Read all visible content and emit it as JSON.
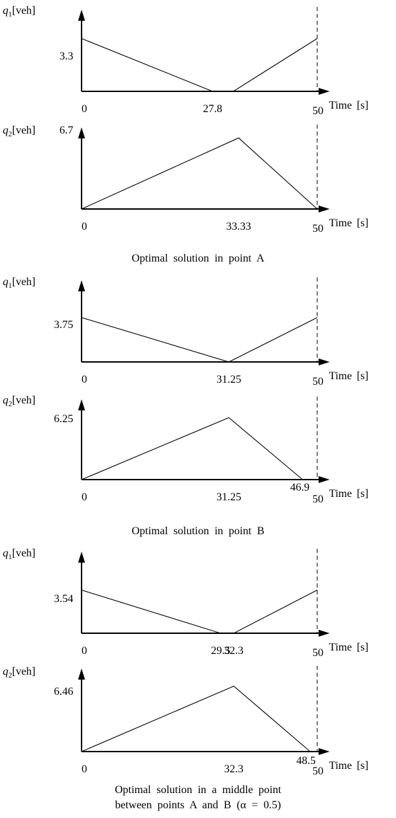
{
  "time_axis_label": "Time  [s]",
  "captions": [
    "Optimal  solution  in  point  A",
    "Optimal  solution  in  point  B",
    "Optimal  solution  in a  middle point",
    "between  points  A  and  B  (α = 0.5)"
  ],
  "chart_data": [
    {
      "type": "line",
      "ylabel_var": "q",
      "ylabel_sub": "1",
      "ylabel_unit": "[veh]",
      "xlabel": "Time  [s]",
      "x_ticks": [
        "0",
        "27.8",
        "50"
      ],
      "y_ticks": [
        "3.3"
      ],
      "xlim": [
        0,
        50
      ],
      "ylim": [
        0,
        5.1
      ],
      "series": [
        {
          "x": [
            0,
            27.8,
            32.2,
            50
          ],
          "y": [
            3.3,
            0,
            0,
            3.3
          ]
        }
      ]
    },
    {
      "type": "line",
      "ylabel_var": "q",
      "ylabel_sub": "2",
      "ylabel_unit": "[veh]",
      "xlabel": "Time  [s]",
      "x_ticks": [
        "0",
        "33.33",
        "50"
      ],
      "y_ticks": [
        "6.7"
      ],
      "xlim": [
        0,
        50
      ],
      "ylim": [
        0,
        7.7
      ],
      "series": [
        {
          "x": [
            0,
            33.33,
            50
          ],
          "y": [
            0,
            6.7,
            0
          ]
        }
      ]
    },
    {
      "type": "line",
      "ylabel_var": "q",
      "ylabel_sub": "1",
      "ylabel_unit": "[veh]",
      "xlabel": "Time  [s]",
      "x_ticks": [
        "0",
        "31.25",
        "50"
      ],
      "y_ticks": [
        "3.75"
      ],
      "xlim": [
        0,
        50
      ],
      "ylim": [
        0,
        6.9
      ],
      "series": [
        {
          "x": [
            0,
            31.25,
            50
          ],
          "y": [
            3.75,
            0,
            3.75
          ]
        }
      ]
    },
    {
      "type": "line",
      "ylabel_var": "q",
      "ylabel_sub": "2",
      "ylabel_unit": "[veh]",
      "xlabel": "Time  [s]",
      "x_ticks": [
        "0",
        "31.25",
        "46.9",
        "50"
      ],
      "y_ticks": [
        "6.25"
      ],
      "xlim": [
        0,
        50
      ],
      "ylim": [
        0,
        8.1
      ],
      "series": [
        {
          "x": [
            0,
            31.25,
            46.9,
            50
          ],
          "y": [
            0,
            6.25,
            0,
            0
          ]
        }
      ]
    },
    {
      "type": "line",
      "ylabel_var": "q",
      "ylabel_sub": "1",
      "ylabel_unit": "[veh]",
      "xlabel": "Time  [s]",
      "x_ticks": [
        "0",
        "29.5",
        "32.3",
        "50"
      ],
      "y_ticks": [
        "3.54"
      ],
      "xlim": [
        0,
        50
      ],
      "ylim": [
        0,
        6.7
      ],
      "series": [
        {
          "x": [
            0,
            29.5,
            32.3,
            50
          ],
          "y": [
            3.54,
            0,
            0,
            3.54
          ]
        }
      ]
    },
    {
      "type": "line",
      "ylabel_var": "q",
      "ylabel_sub": "2",
      "ylabel_unit": "[veh]",
      "xlabel": "Time  [s]",
      "x_ticks": [
        "0",
        "32.3",
        "48.5",
        "50"
      ],
      "y_ticks": [
        "6.46"
      ],
      "xlim": [
        0,
        50
      ],
      "ylim": [
        0,
        8.2
      ],
      "series": [
        {
          "x": [
            0,
            32.3,
            48.5,
            50
          ],
          "y": [
            0,
            6.46,
            0,
            0
          ]
        }
      ]
    }
  ]
}
